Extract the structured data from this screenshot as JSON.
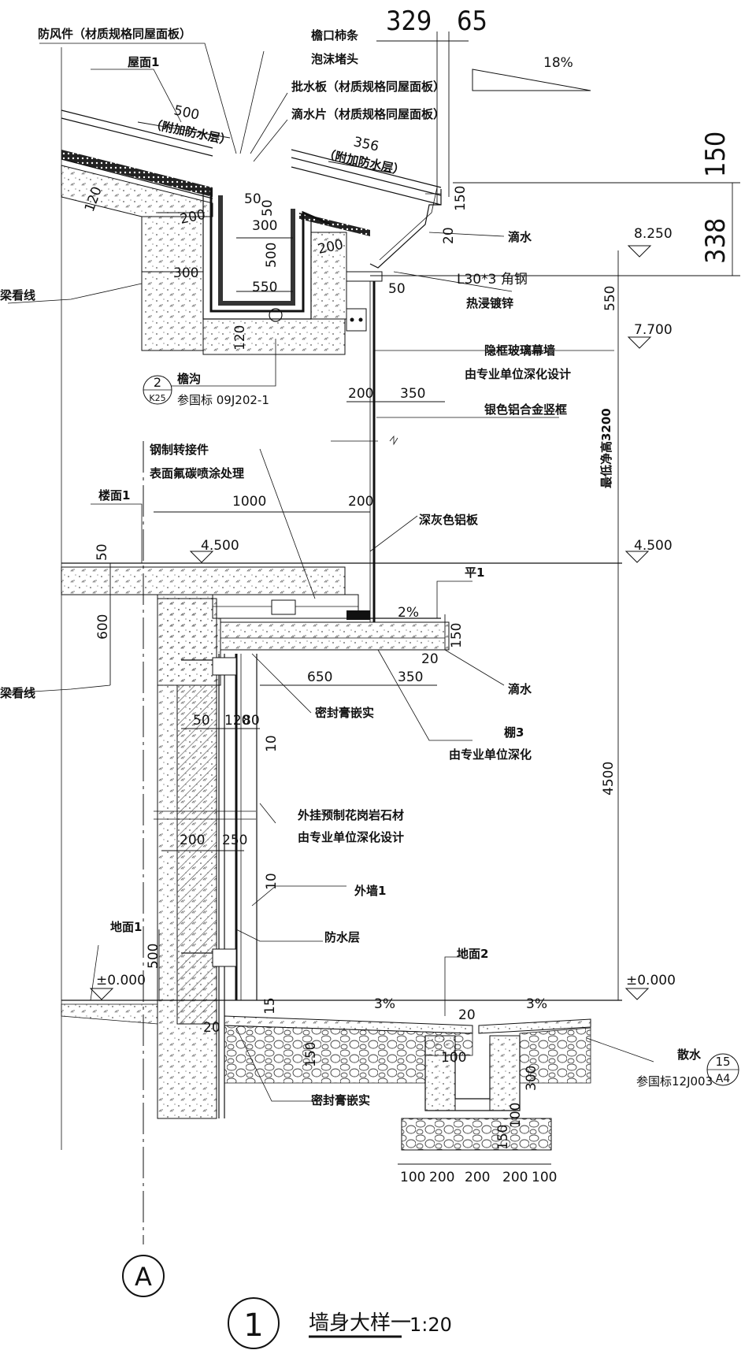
{
  "title": {
    "number": "1",
    "name": "墙身大样一",
    "scale": "1:20"
  },
  "axis_label": "A",
  "elevations": [
    "8.250",
    "7.700",
    "4.500",
    "4.500",
    "±0.000",
    "±0.000"
  ],
  "slopes": [
    "18%",
    "2%",
    "3%",
    "3%"
  ],
  "big_dims": [
    "329",
    "65",
    "150",
    "338"
  ],
  "dims": [
    "500",
    "356",
    "50",
    "50",
    "120",
    "200",
    "300",
    "500",
    "200",
    "300",
    "550",
    "120",
    "150",
    "20",
    "550",
    "50",
    "200",
    "350",
    "200",
    "1000",
    "50",
    "600",
    "3200",
    "650",
    "350",
    "150",
    "20",
    "50",
    "120",
    "80",
    "10",
    "200",
    "250",
    "10",
    "4500",
    "500",
    "15",
    "20",
    "20",
    "150",
    "100",
    "300",
    "100",
    "150",
    "100",
    "200",
    "200",
    "200",
    "100"
  ],
  "callouts": {
    "wind_board": "防风件（材质规格同屋面板）",
    "eave_strip": "檐口柿条",
    "foam_plug": "泡沫堵头",
    "flashing": "批水板（材质规格同屋面板）",
    "drip_piece": "滴水片（材质规格同屋面板）",
    "roof1": "屋面1",
    "extra_waterproof_1": "（附加防水层）",
    "extra_waterproof_2": "（附加防水层）",
    "drip_1": "滴水",
    "angle_steel": "L30*3 角钢",
    "galvanized": "热浸镀锌",
    "hidden_frame": "隐框玻璃幕墙",
    "hidden_frame_note": "由专业单位深化设计",
    "aluminum_mullion": "银色铝合金竖框",
    "beam_line_1": "梁看线",
    "gutter": "檐沟",
    "gutter_ref": "参国标 09J202-1",
    "gutter_sym_top": "2",
    "gutter_sym_bottom": "K25",
    "steel_connector": "钢制转接件",
    "fluorocarbon": "表面氟碳喷涂处理",
    "floor1": "楼面1",
    "dark_gray_panel": "深灰色铝板",
    "flat1": "平1",
    "height_note": "最低净高3200",
    "beam_line_2": "梁看线",
    "drip_2": "滴水",
    "sealant_1": "密封膏嵌实",
    "ceiling3": "棚3",
    "ceiling3_note": "由专业单位深化",
    "granite": "外挂预制花岗岩石材",
    "granite_note": "由专业单位深化设计",
    "exterior_wall1": "外墙1",
    "waterproof_layer": "防水层",
    "ground1": "地面1",
    "ground2": "地面2",
    "apron": "散水",
    "apron_ref": "参国标12J003",
    "apron_sym_top": "15",
    "apron_sym_bottom": "A4",
    "sealant_2": "密封膏嵌实"
  }
}
